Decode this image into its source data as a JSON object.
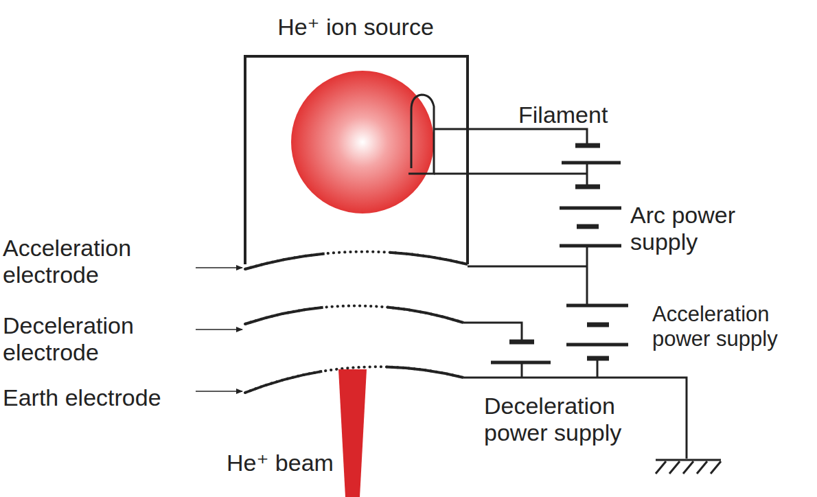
{
  "diagram": {
    "nodes": [
      {
        "text": [
          "He⁺ ion source"
        ]
      }
    ],
    "labels": [
      "Filament",
      "Arc power supply",
      "Acceleration electrode",
      "Deceleration electrode",
      "Earth electrode",
      "Acceleration power supply",
      "Deceleration power supply",
      "He⁺ beam"
    ]
  }
}
